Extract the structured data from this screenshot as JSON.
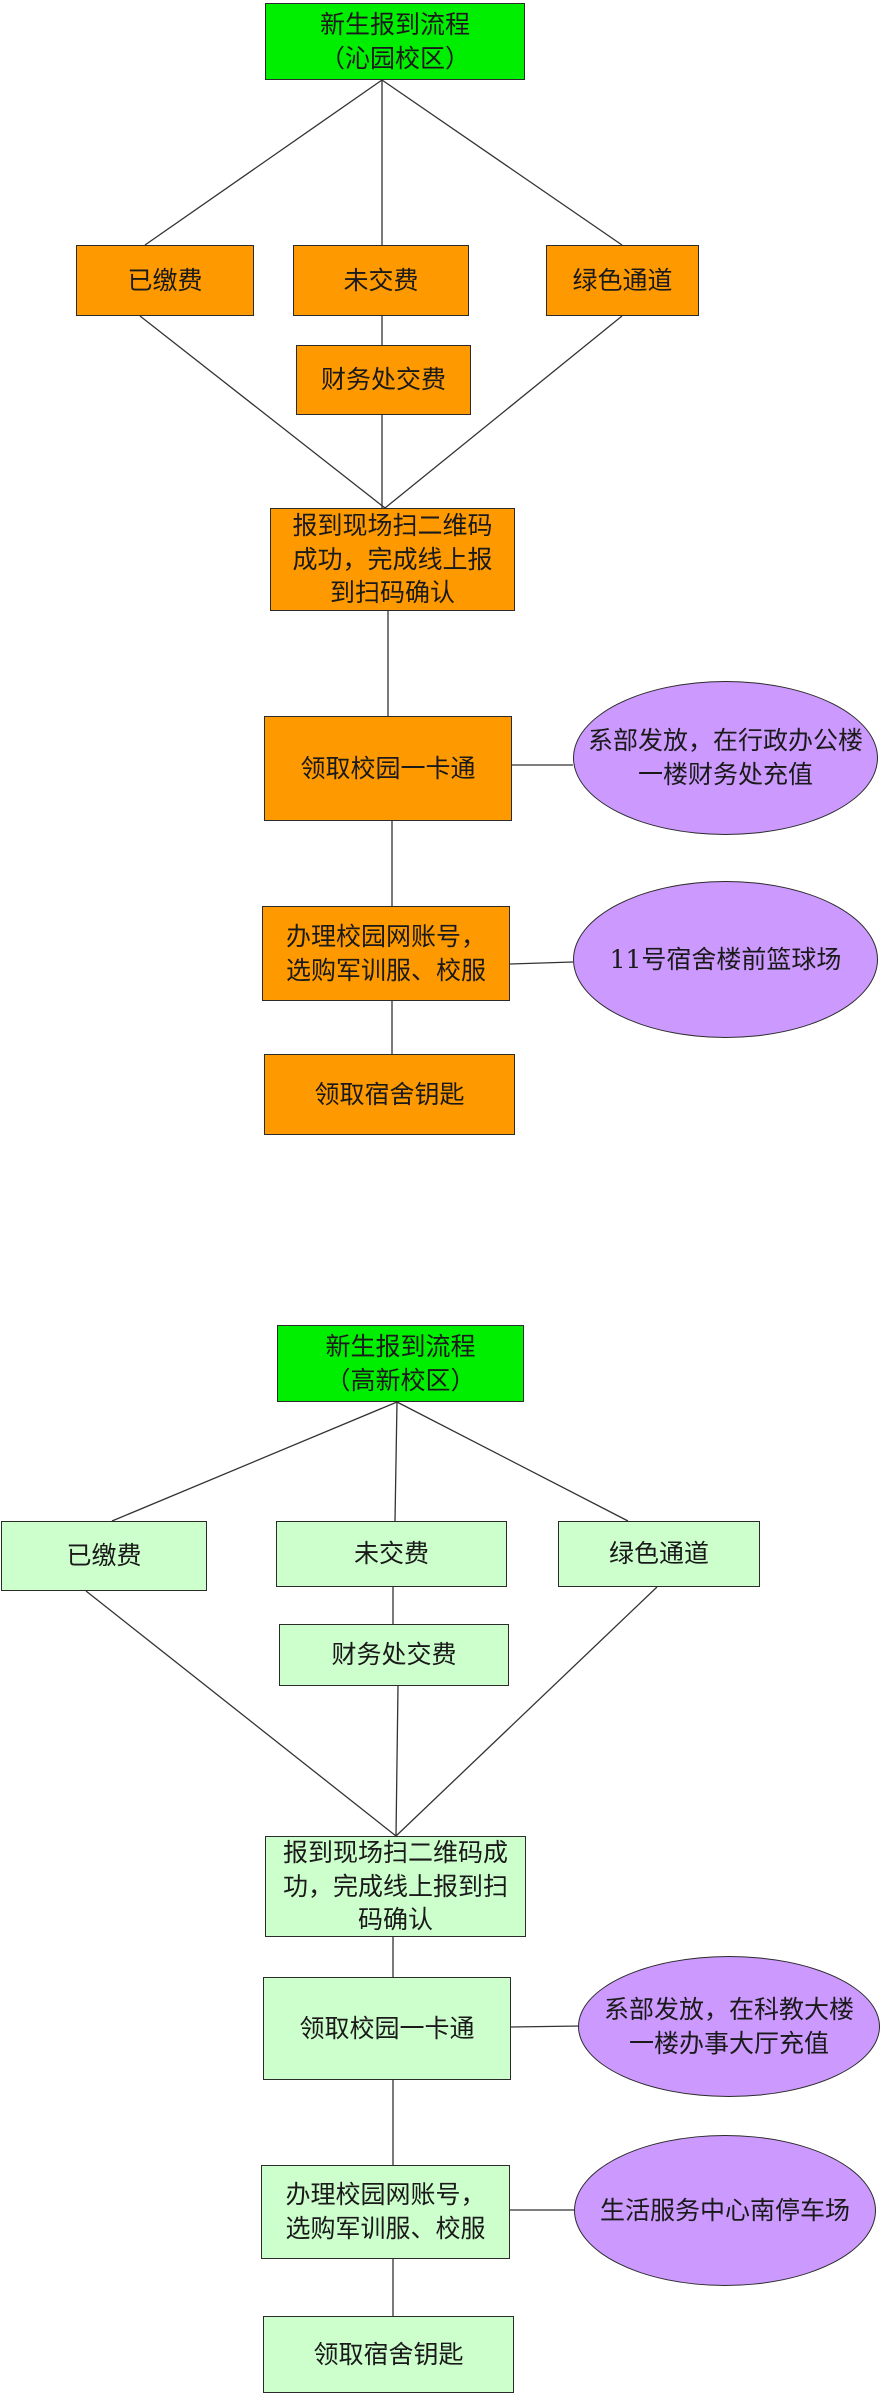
{
  "flow1": {
    "title": "新生报到流程\n（沁园校区）",
    "paid": "已缴费",
    "unpaid": "未交费",
    "green_channel": "绿色通道",
    "finance": "财务处交费",
    "scan": "报到现场扫二维码\n成功，完成线上报\n到扫码确认",
    "card": "领取校园一卡通",
    "card_note": "系部发放，在行政办公楼\n一楼财务处充值",
    "network": "办理校园网账号，\n选购军训服、校服",
    "network_note": "11号宿舍楼前篮球场",
    "key": "领取宿舍钥匙"
  },
  "flow2": {
    "title": "新生报到流程\n（高新校区）",
    "paid": "已缴费",
    "unpaid": "未交费",
    "green_channel": "绿色通道",
    "finance": "财务处交费",
    "scan": "报到现场扫二维码成\n功，完成线上报到扫\n码确认",
    "card": "领取校园一卡通",
    "card_note": "系部发放，在科教大楼\n一楼办事大厅充值",
    "network": "办理校园网账号，\n选购军训服、校服",
    "network_note": "生活服务中心南停车场",
    "key": "领取宿舍钥匙"
  },
  "colors": {
    "title_fill": "#00ee00",
    "flow1_fill": "#ff9900",
    "flow2_fill": "#ccffcc",
    "note_fill": "#cc99ff"
  }
}
